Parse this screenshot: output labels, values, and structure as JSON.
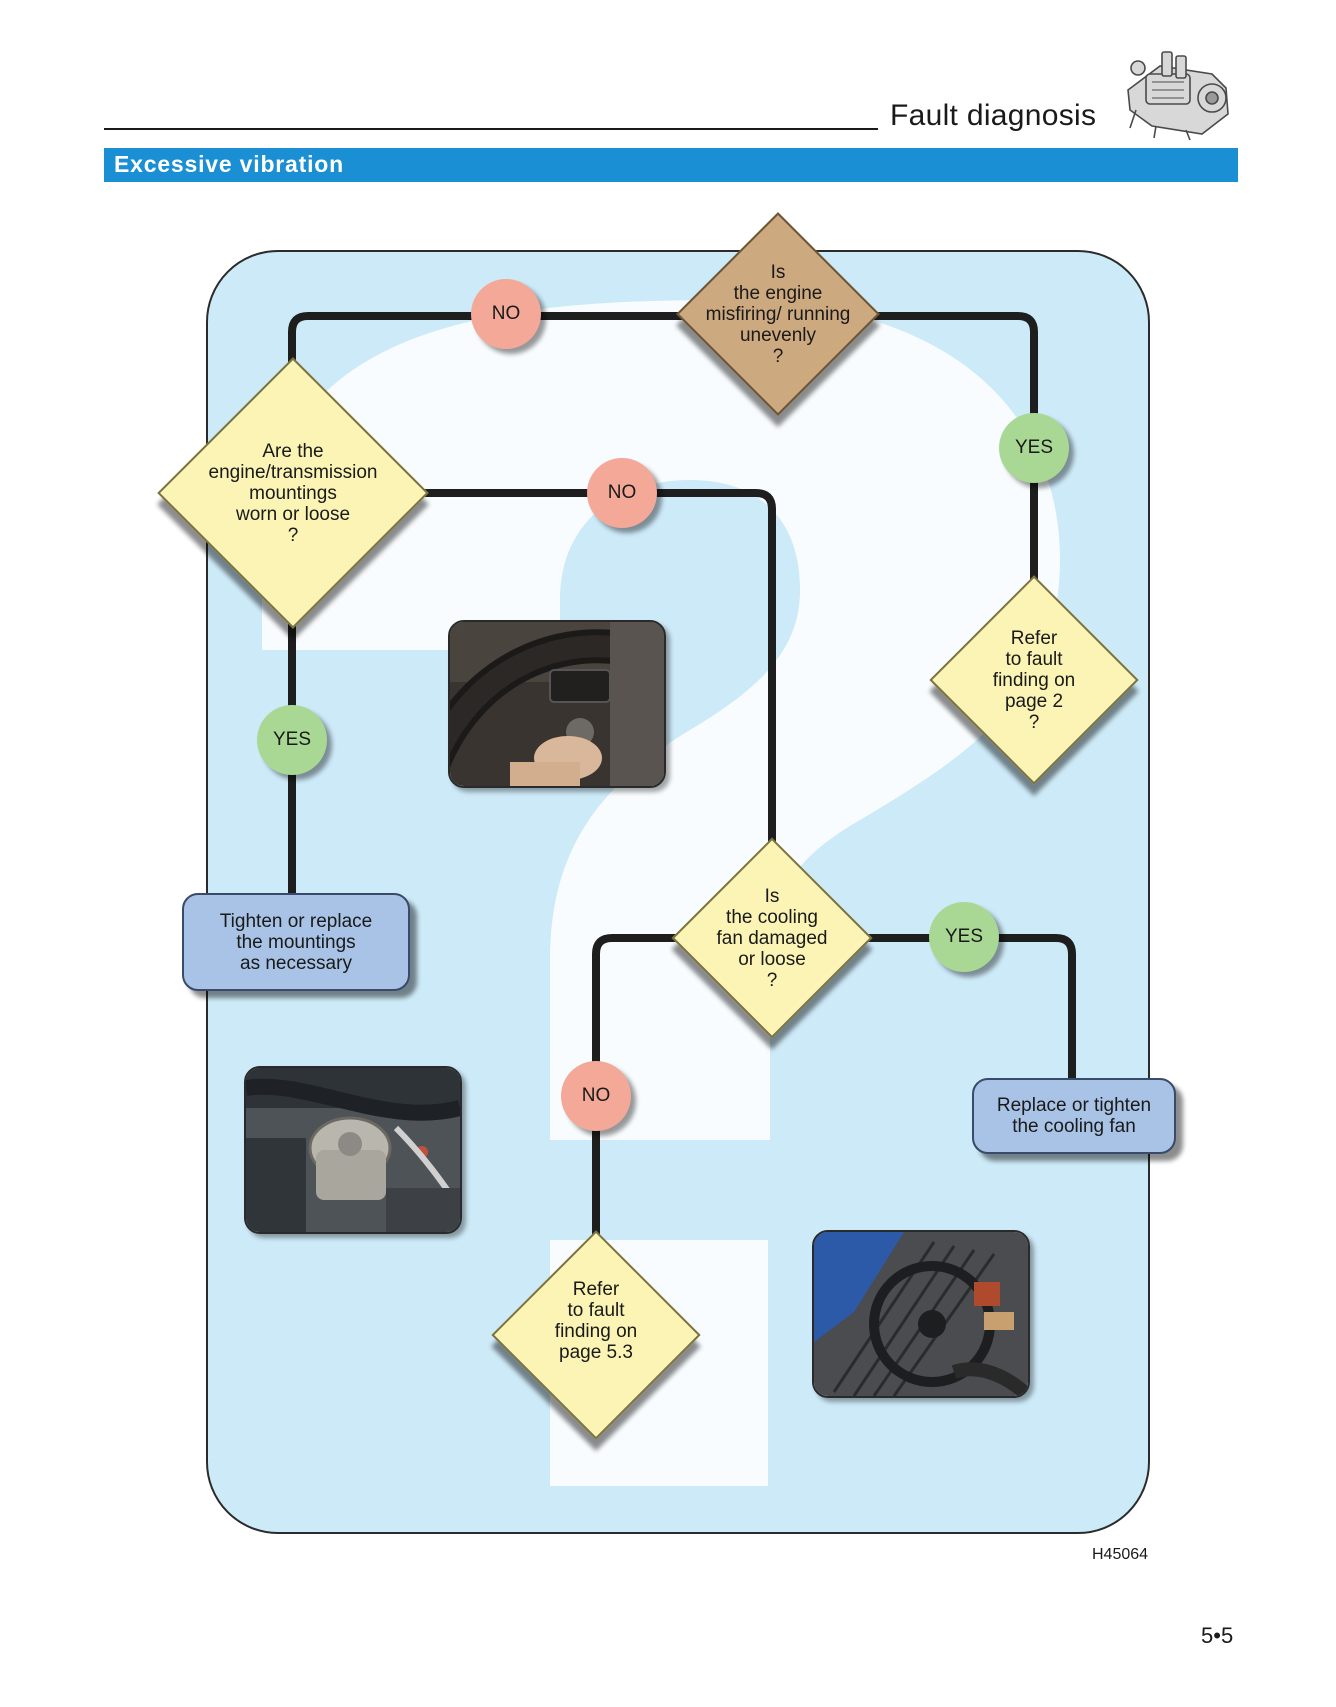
{
  "header": {
    "section_title": "Fault diagnosis",
    "banner_title": "Excessive vibration",
    "banner_color": "#1a8fd4"
  },
  "flowchart": {
    "panel_color": "#cdeaf8",
    "nodes": {
      "q_misfiring": {
        "lines": [
          "Is",
          "the engine",
          "misfiring/ running",
          "unevenly",
          "?"
        ],
        "color": "#cda97f"
      },
      "q_mountings": {
        "lines": [
          "Are the",
          "engine/transmission",
          "mountings",
          "worn or loose",
          "?"
        ],
        "color": "#fbf4b4"
      },
      "ref_page2": {
        "lines": [
          "Refer",
          "to fault",
          "finding on",
          "page 2",
          "?"
        ],
        "color": "#fbf4b4"
      },
      "q_cooling_fan": {
        "lines": [
          "Is",
          "the cooling",
          "fan damaged",
          "or loose",
          "?"
        ],
        "color": "#fbf4b4"
      },
      "ref_page53": {
        "lines": [
          "Refer",
          "to fault",
          "finding on",
          "page 5.3"
        ],
        "color": "#fbf4b4"
      },
      "act_mountings": {
        "lines": [
          "Tighten or replace",
          "the mountings",
          "as necessary"
        ],
        "color": "#a8c3e6"
      },
      "act_fan": {
        "lines": [
          "Replace or tighten",
          "the cooling fan"
        ],
        "color": "#a8c3e6"
      }
    },
    "badges": {
      "no_top": "NO",
      "yes_right": "YES",
      "no_middle": "NO",
      "yes_left": "YES",
      "yes_fan": "YES",
      "no_fan": "NO"
    },
    "photos": [
      "steering-wheel-ignition-photo",
      "engine-mounting-photo",
      "cooling-fan-photo"
    ]
  },
  "footer": {
    "figure_code": "H45064",
    "page_number": "5•5"
  }
}
